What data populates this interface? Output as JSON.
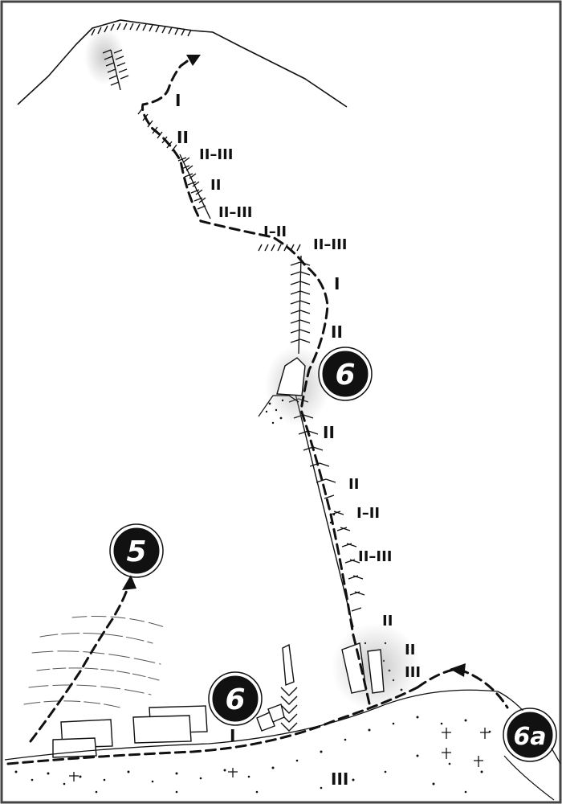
{
  "colors": {
    "ink": "#111111",
    "badge_fill": "#111111",
    "badge_ring": "#ffffff",
    "paper": "#ffffff"
  },
  "route_badges": [
    {
      "id": "route-6-upper",
      "label": "6"
    },
    {
      "id": "route-5",
      "label": "5"
    },
    {
      "id": "route-6-lower",
      "label": "6"
    },
    {
      "id": "route-6a",
      "label": "6a"
    }
  ],
  "grades": [
    {
      "id": "g1",
      "text": "I"
    },
    {
      "id": "g2",
      "text": "II"
    },
    {
      "id": "g3",
      "text": "II–III"
    },
    {
      "id": "g4",
      "text": "II"
    },
    {
      "id": "g5",
      "text": "II–III"
    },
    {
      "id": "g6",
      "text": "I–II"
    },
    {
      "id": "g7",
      "text": "II–III"
    },
    {
      "id": "g8",
      "text": "I"
    },
    {
      "id": "g9",
      "text": "II"
    },
    {
      "id": "g10",
      "text": "II"
    },
    {
      "id": "g11",
      "text": "II"
    },
    {
      "id": "g12",
      "text": "I–II"
    },
    {
      "id": "g13",
      "text": "II–III"
    },
    {
      "id": "g14",
      "text": "II"
    },
    {
      "id": "g15",
      "text": "II"
    },
    {
      "id": "g16",
      "text": "III"
    },
    {
      "id": "g17",
      "text": "I"
    },
    {
      "id": "g18",
      "text": "III"
    }
  ]
}
